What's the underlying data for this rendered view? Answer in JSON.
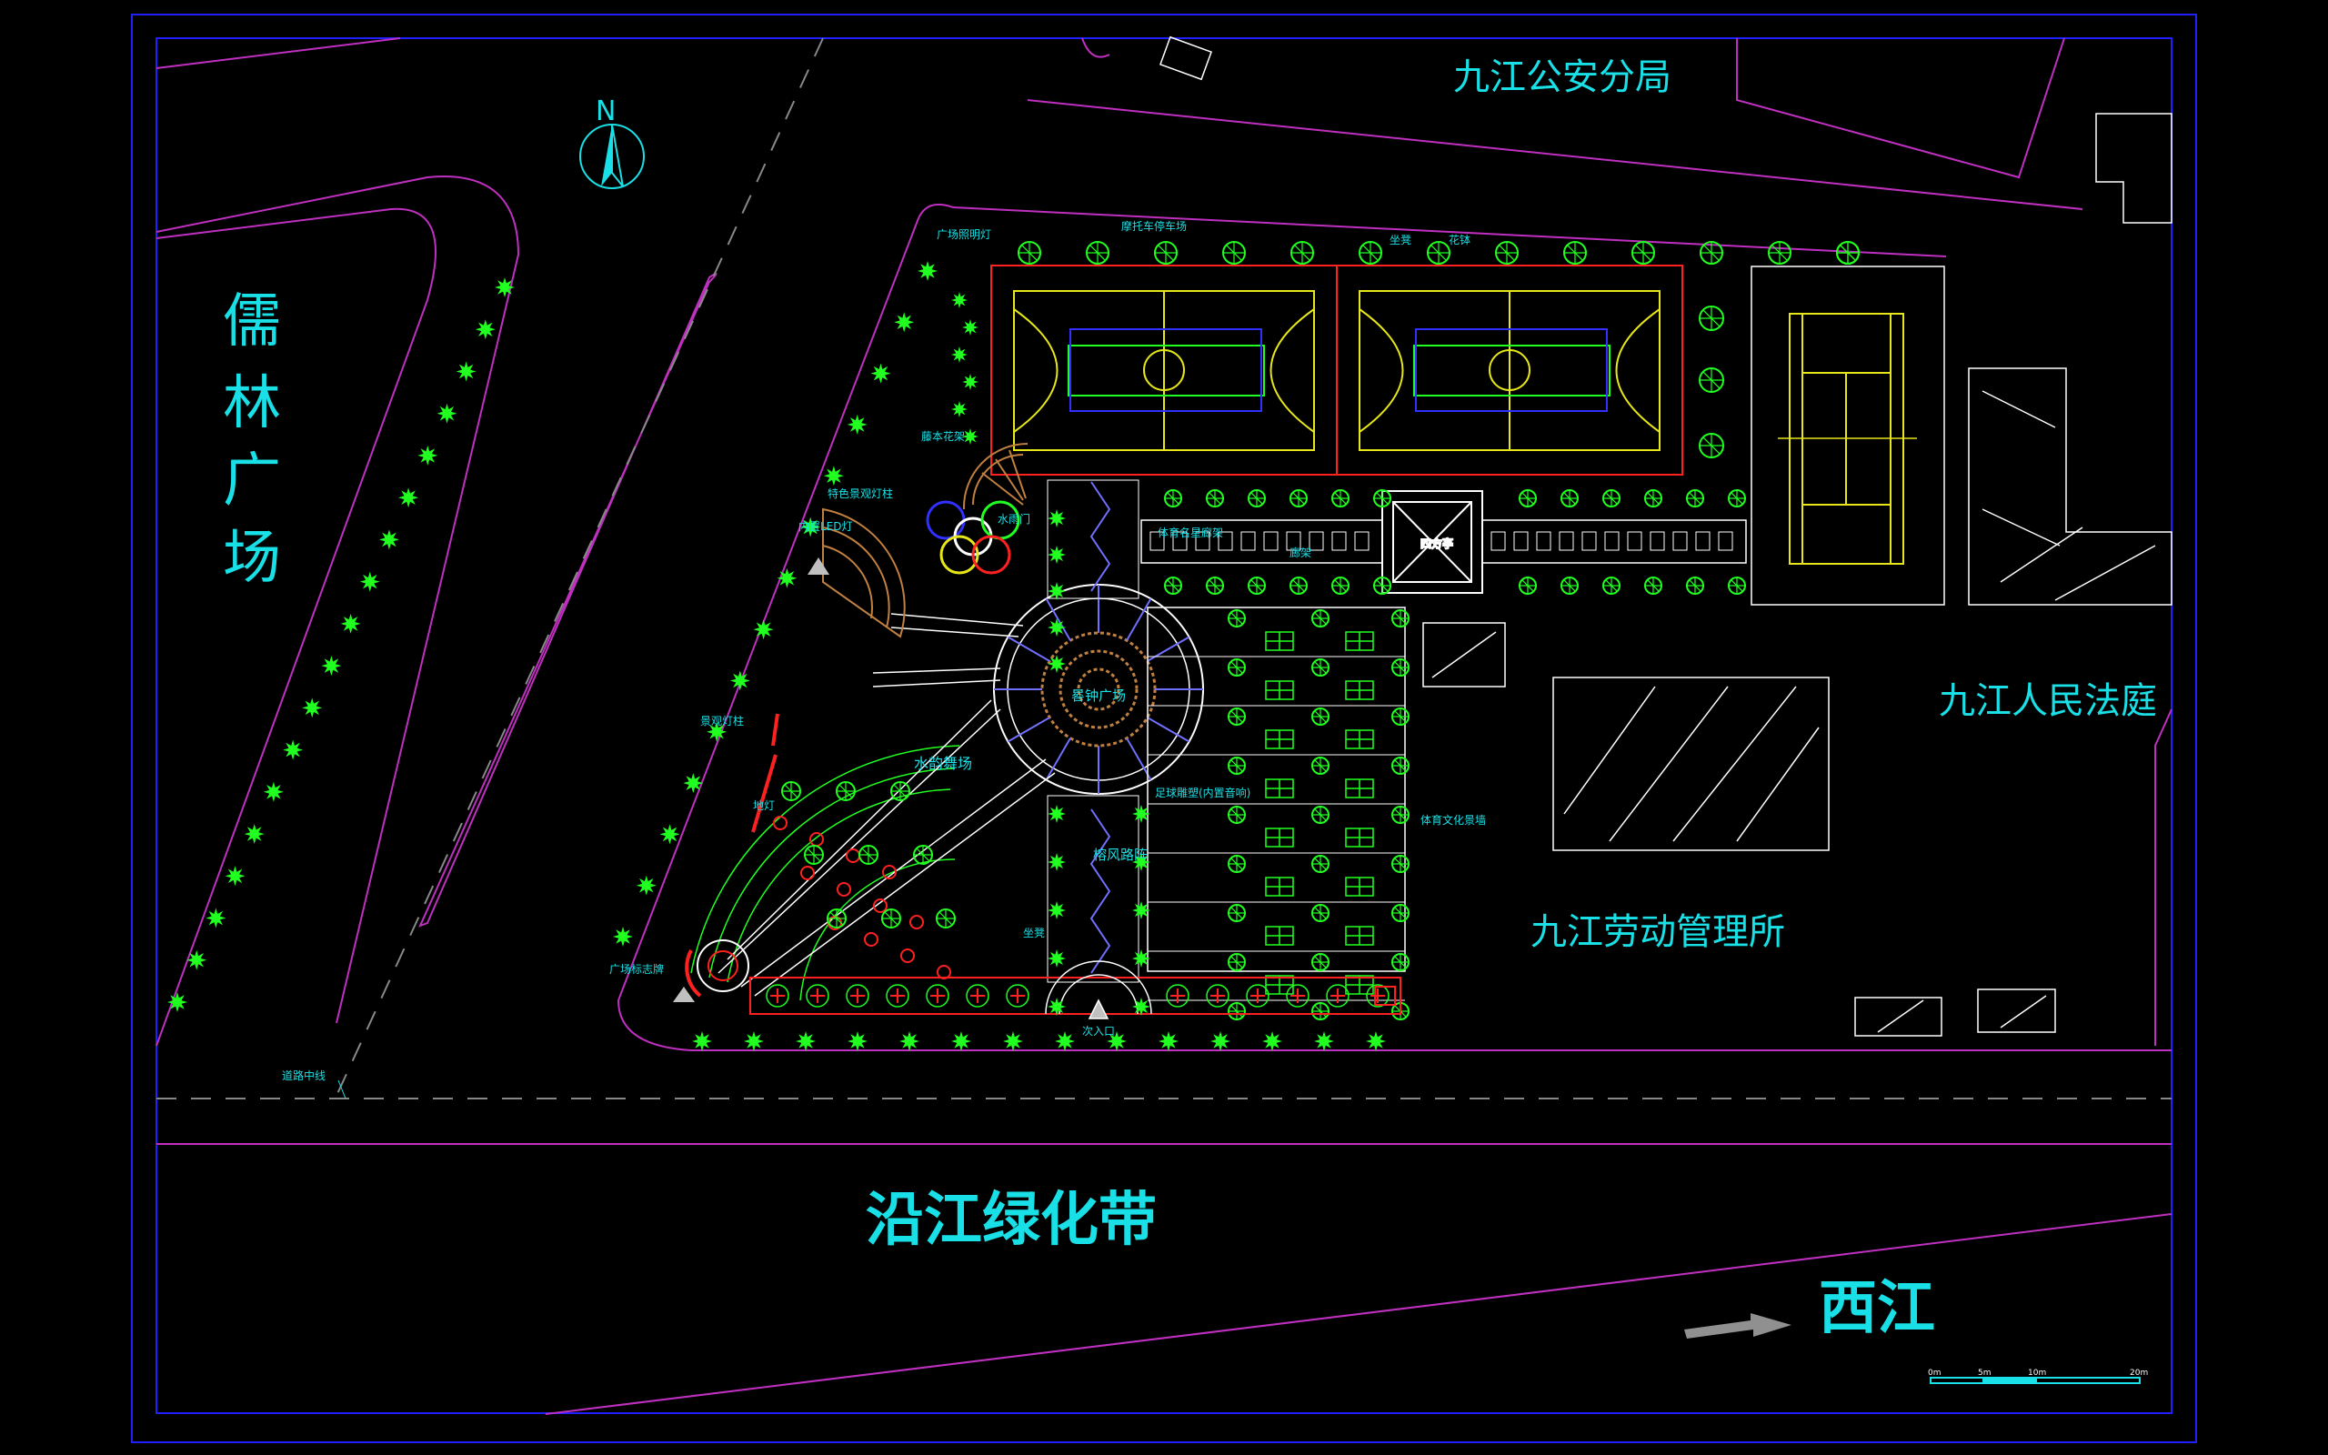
{
  "labels": {
    "police": "九江公安分局",
    "court": "九江人民法庭",
    "labour": "九江劳动管理所",
    "green_belt": "沿江绿化带",
    "river": "西江",
    "ru_lin_plaza": [
      "儒",
      "林",
      "广",
      "场"
    ],
    "north": "N"
  },
  "annotations": {
    "plaza_light": "广场照明灯",
    "moto_parking": "摩托车停车场",
    "seat": "坐凳",
    "flower_bowl": "花钵",
    "rose_trellis": "藤本花架",
    "feature_lamp": "特色景观灯柱",
    "led_light": "内置LED灯",
    "water_gate": "水雨门",
    "sports_gallery": "体育名星廊架",
    "column_shelf": "廊架",
    "hall": "四方亭",
    "landscape_lamp": "景观灯柱",
    "sundial_plaza": "晷钟广场",
    "water_stage": "水韵舞场",
    "ball_sculpture": "足球雕塑(内置音响)",
    "sports_wall": "体育文化景墙",
    "footpath": "地灯",
    "wind_path": "榕风路阵",
    "seat2": "坐凳",
    "plaza_sign": "广场标志牌",
    "side_entrance": "次入口",
    "road_center": "道路中线"
  },
  "scale_bar": {
    "ticks": [
      "0m",
      "5m",
      "10m",
      "20m"
    ]
  },
  "colors": {
    "background": "#000000",
    "frame": "#2020ff",
    "magenta": "#c030c0",
    "text": "#19e0e6",
    "court_line": "#e6e619",
    "tree": "#20ff20",
    "white": "#ffffff",
    "red": "#ff2020",
    "brown": "#c08040"
  },
  "counts": {
    "basketball_courts": 2,
    "tennis_courts": 1
  }
}
